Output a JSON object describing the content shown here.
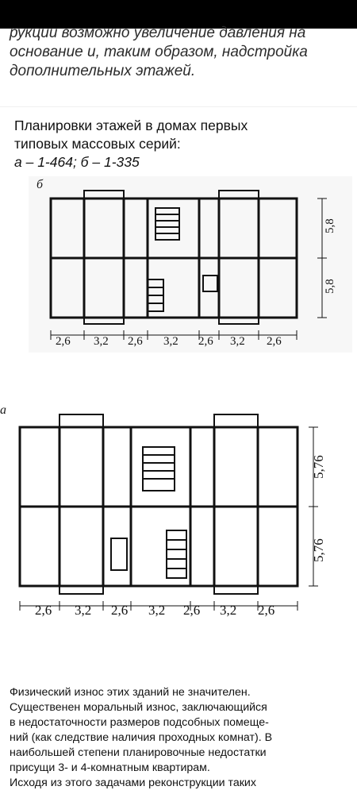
{
  "intro_lines": [
    "рукции возможно увеличение давления на",
    "основание и, таким образом, надстройка",
    "дополнительных этажей."
  ],
  "caption": {
    "line1": "Планировки этажей в домах первых",
    "line2": "типовых массовых серий:",
    "line3": "а – 1-464; б – 1-335"
  },
  "figure_b": {
    "letter": "б",
    "dims_horizontal": [
      "2,6",
      "3,2",
      "2,6",
      "3,2",
      "2,6",
      "3,2",
      "2,6"
    ],
    "dims_vertical": [
      "5,8",
      "5,8"
    ]
  },
  "figure_a": {
    "letter": "а",
    "dims_horizontal": [
      "2,6",
      "3,2",
      "2,6",
      "3,2",
      "2,6",
      "3,2",
      "2,6"
    ],
    "dims_vertical": [
      "5,76",
      "5,76"
    ]
  },
  "body_lines": [
    "Физический износ этих зданий не значителен.",
    "Существенен моральный износ, заключающийся",
    "в недостаточности размеров подсобных помеще-",
    "ний (как следствие наличия проходных комнат). В",
    "наибольшей степени планировочные недостатки",
    "присущи 3- и 4-комнатным квартирам.",
    "Исходя из этого задачами реконструкции таких"
  ]
}
